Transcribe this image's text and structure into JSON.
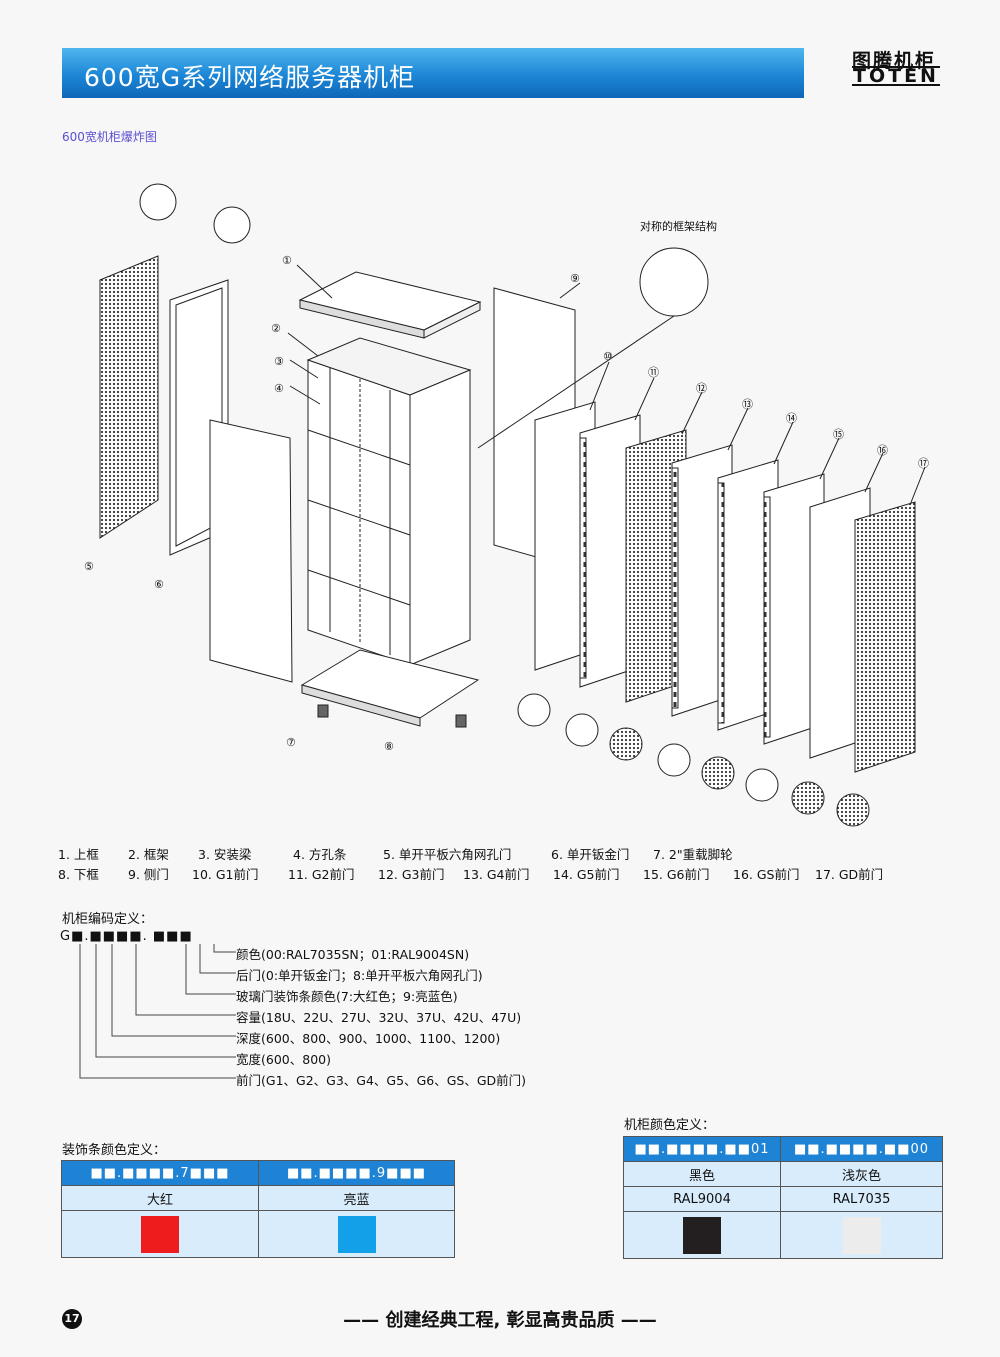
{
  "header": {
    "title": "600宽G系列网络服务器机柜",
    "brand_cn": "图腾机柜",
    "brand_en": "TOTEN"
  },
  "subheading": "600宽机柜爆炸图",
  "diagram": {
    "callout": "对称的框架结构",
    "numbers": [
      "①",
      "②",
      "③",
      "④",
      "⑤",
      "⑥",
      "⑦",
      "⑧",
      "⑨",
      "⑩",
      "⑪",
      "⑫",
      "⑬",
      "⑭",
      "⑮",
      "⑯",
      "⑰"
    ]
  },
  "legend": {
    "row1": [
      "1. 上框",
      "2. 框架",
      "3. 安装梁",
      "4. 方孔条",
      "5. 单开平板六角网孔门",
      "6. 单开钣金门",
      "7. 2\"重载脚轮"
    ],
    "row2": [
      "8. 下框",
      "9. 侧门",
      "10. G1前门",
      "11. G2前门",
      "12. G3前门",
      "13. G4前门",
      "14. G5前门",
      "15. G6前门",
      "16. GS前门",
      "17. GD前门"
    ]
  },
  "code": {
    "title": "机柜编码定义：",
    "pattern": "G■.■■■■. ■■■",
    "items": [
      "颜色(00:RAL7035SN；01:RAL9004SN)",
      "后门(0:单开钣金门；8:单开平板六角网孔门)",
      "玻璃门装饰条颜色(7:大红色；9:亮蓝色)",
      "容量(18U、22U、27U、32U、37U、42U、47U)",
      "深度(600、800、900、1000、1100、1200)",
      "宽度(600、800)",
      "前门(G1、G2、G3、G4、G5、G6、GS、GD前门)"
    ]
  },
  "trim_table": {
    "title": "装饰条颜色定义：",
    "columns": [
      {
        "code": "■■.■■■■.7■■■",
        "name": "大红",
        "color": "#ee1c1c"
      },
      {
        "code": "■■.■■■■.9■■■",
        "name": "亮蓝",
        "color": "#12a0e8"
      }
    ]
  },
  "cab_table": {
    "title": "机柜颜色定义：",
    "columns": [
      {
        "code": "■■.■■■■.■■01",
        "name": "黑色",
        "ral": "RAL9004",
        "color": "#231f20"
      },
      {
        "code": "■■.■■■■.■■00",
        "name": "浅灰色",
        "ral": "RAL7035",
        "color": "#ececec"
      }
    ]
  },
  "footer": {
    "page": "17",
    "slogan": "—— 创建经典工程, 彰显高贵品质 ——"
  }
}
